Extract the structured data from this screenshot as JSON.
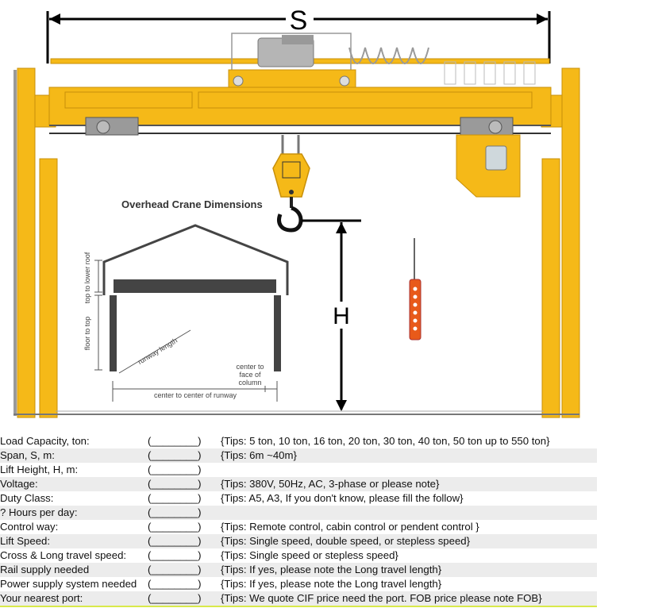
{
  "diagram": {
    "title": "Overhead Crane Dimensions",
    "span_letter": "S",
    "height_letter": "H",
    "labels": {
      "top_to_lower_roof": "top to lower roof",
      "floor_to_top": "floor to top",
      "runway_length": "runway length",
      "center_to_face_line1": "center to",
      "center_to_face_line2": "face of",
      "center_to_face_line3": "column",
      "center_to_center": "center to center of runway"
    },
    "colors": {
      "crane_yellow": "#f5b918",
      "crane_yellow_dark": "#c8900a",
      "steel_gray": "#8c8c8c",
      "black": "#000000"
    }
  },
  "form": {
    "rows": [
      {
        "label": "Load Capacity, ton:",
        "blank": "(________)",
        "tip": "{Tips: 5 ton, 10 ton, 16 ton, 20 ton, 30 ton, 40 ton, 50 ton up to 550 ton}"
      },
      {
        "label": "Span, S, m:",
        "blank": "(________)",
        "tip": "{Tips: 6m ~40m}"
      },
      {
        "label": "Lift Height, H, m:",
        "blank": "(________)",
        "tip": ""
      },
      {
        "label": "Voltage:",
        "blank": "(________)",
        "tip": "{Tips: 380V, 50Hz, AC, 3-phase or please note}"
      },
      {
        "label": "Duty Class:",
        "blank": "(________)",
        "tip": "{Tips: A5, A3, If you don't know, please fill the follow}"
      },
      {
        "label": "? Hours per day:",
        "blank": "(________)",
        "tip": ""
      },
      {
        "label": "Control way:",
        "blank": "(________)",
        "tip": "{Tips: Remote control, cabin control or pendent control }"
      },
      {
        "label": "Lift Speed:",
        "blank": "(________)",
        "tip": "{Tips: Single speed, double speed, or stepless speed}"
      },
      {
        "label": "Cross & Long travel speed:",
        "blank": "(________)",
        "tip": "{Tips: Single speed or stepless speed}"
      },
      {
        "label": "Rail supply needed",
        "blank": "(________)",
        "tip": "{Tips: If yes, please note the Long travel length}"
      },
      {
        "label": "Power supply system needed",
        "blank": "(________)",
        "tip": "{Tips: If yes, please note the Long travel length}"
      },
      {
        "label": "Your nearest port:",
        "blank": "(________)",
        "tip": "{Tips: We quote CIF price need the port. FOB price please note FOB}"
      }
    ]
  }
}
